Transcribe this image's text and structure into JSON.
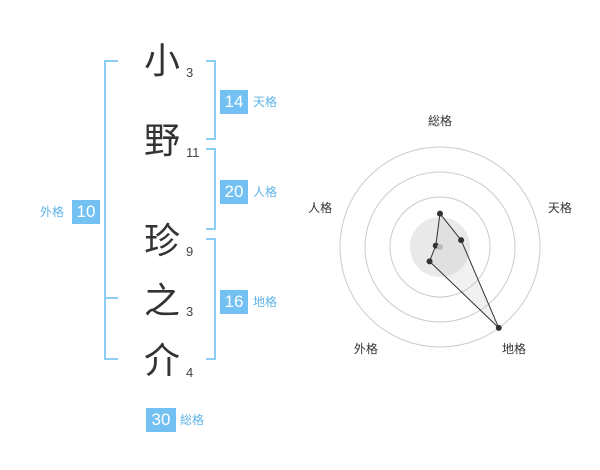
{
  "name": {
    "characters": [
      {
        "char": "小",
        "strokes": "3"
      },
      {
        "char": "野",
        "strokes": "11"
      },
      {
        "char": "珍",
        "strokes": "9"
      },
      {
        "char": "之",
        "strokes": "3"
      },
      {
        "char": "介",
        "strokes": "4"
      }
    ]
  },
  "scores": {
    "tenkaku": {
      "label": "天格",
      "value": "14"
    },
    "jinkaku": {
      "label": "人格",
      "value": "20"
    },
    "chikaku": {
      "label": "地格",
      "value": "16"
    },
    "gaikaku": {
      "label": "外格",
      "value": "10"
    },
    "soukaku": {
      "label": "総格",
      "value": "30"
    }
  },
  "colors": {
    "accent": "#72c1f2",
    "bracket": "#8ccdf4",
    "label": "#5fb3e8",
    "text": "#333333"
  },
  "chart_data": {
    "type": "radar",
    "axes": [
      "総格",
      "天格",
      "地格",
      "外格",
      "人格"
    ],
    "values": [
      1.5,
      1,
      4.5,
      0.8,
      0.2
    ],
    "rings": 4,
    "range": [
      0,
      4.5
    ],
    "grid": true,
    "legend": "none"
  }
}
